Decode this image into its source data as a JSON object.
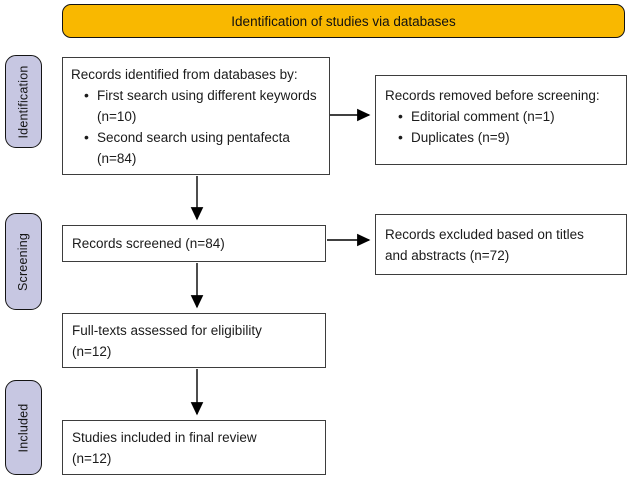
{
  "header": {
    "title": "Identification of studies via databases"
  },
  "colors": {
    "banner_bg": "#f9b800",
    "stage_bg": "#c7c7e2",
    "arrow": "#000000"
  },
  "stages": [
    {
      "label": "Identification"
    },
    {
      "label": "Screening"
    },
    {
      "label": "Included"
    }
  ],
  "boxes": {
    "identified": {
      "title": "Records identified from databases by:",
      "bullets": [
        "First search using different keywords (n=10)",
        "Second search using pentafecta (n=84)"
      ]
    },
    "removed": {
      "title": "Records removed before screening:",
      "bullets": [
        "Editorial comment (n=1)",
        "Duplicates (n=9)"
      ]
    },
    "screened": {
      "text": "Records screened (n=84)"
    },
    "excluded": {
      "text": "Records excluded based on titles and abstracts (n=72)"
    },
    "fulltext": {
      "text": "Full-texts assessed for eligibility (n=12)"
    },
    "included": {
      "text": "Studies included in final review (n=12)"
    }
  }
}
